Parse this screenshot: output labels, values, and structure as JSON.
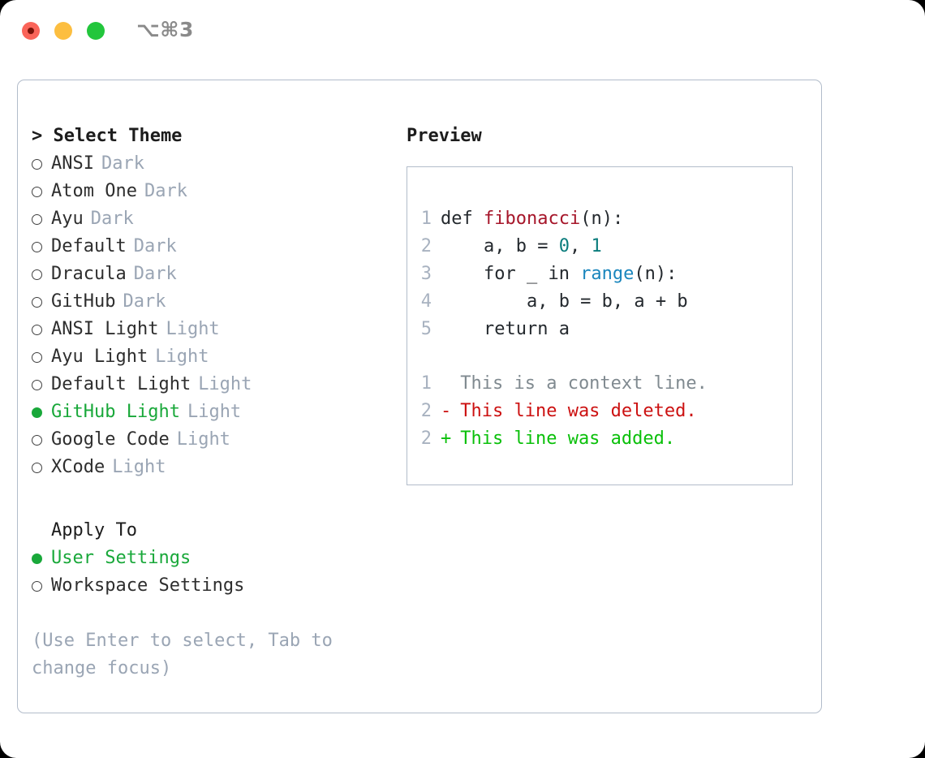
{
  "window": {
    "shortcut": "⌥⌘3",
    "traffic_lights": [
      {
        "name": "close",
        "color": "#fa6459"
      },
      {
        "name": "minimize",
        "color": "#fcbe40"
      },
      {
        "name": "maximize",
        "color": "#22c63c"
      }
    ]
  },
  "theme_picker": {
    "title": "> Select Theme",
    "selected_accent": "#19a83a",
    "tag_color": "#9aa5b4",
    "items": [
      {
        "label": "ANSI",
        "tag": "Dark",
        "selected": false
      },
      {
        "label": "Atom One",
        "tag": "Dark",
        "selected": false
      },
      {
        "label": "Ayu",
        "tag": "Dark",
        "selected": false
      },
      {
        "label": "Default",
        "tag": "Dark",
        "selected": false
      },
      {
        "label": "Dracula",
        "tag": "Dark",
        "selected": false
      },
      {
        "label": "GitHub",
        "tag": "Dark",
        "selected": false
      },
      {
        "label": "ANSI Light",
        "tag": "Light",
        "selected": false
      },
      {
        "label": "Ayu Light",
        "tag": "Light",
        "selected": false
      },
      {
        "label": "Default Light",
        "tag": "Light",
        "selected": false
      },
      {
        "label": "GitHub Light",
        "tag": "Light",
        "selected": true
      },
      {
        "label": "Google Code",
        "tag": "Light",
        "selected": false
      },
      {
        "label": "XCode",
        "tag": "Light",
        "selected": false
      }
    ]
  },
  "apply_to": {
    "title": "Apply To",
    "items": [
      {
        "label": "User Settings",
        "selected": true
      },
      {
        "label": "Workspace Settings",
        "selected": false
      }
    ]
  },
  "hint": "(Use Enter to select, Tab to change focus)",
  "preview": {
    "title": "Preview",
    "code_lines": [
      {
        "number": "1",
        "tokens": [
          {
            "text": "def ",
            "type": "plain"
          },
          {
            "text": "fibonacci",
            "type": "fn"
          },
          {
            "text": "(n):",
            "type": "plain"
          }
        ]
      },
      {
        "number": "2",
        "tokens": [
          {
            "text": "    a, b = ",
            "type": "plain"
          },
          {
            "text": "0",
            "type": "num"
          },
          {
            "text": ", ",
            "type": "plain"
          },
          {
            "text": "1",
            "type": "num"
          }
        ]
      },
      {
        "number": "3",
        "tokens": [
          {
            "text": "    for _ in ",
            "type": "plain"
          },
          {
            "text": "range",
            "type": "blue"
          },
          {
            "text": "(n):",
            "type": "plain"
          }
        ]
      },
      {
        "number": "4",
        "tokens": [
          {
            "text": "        a, b = b, a + b",
            "type": "plain"
          }
        ]
      },
      {
        "number": "5",
        "tokens": [
          {
            "text": "    return a",
            "type": "plain"
          }
        ]
      }
    ],
    "diff_lines": [
      {
        "number": "1",
        "marker": " ",
        "text": "This is a context line.",
        "kind": "ctx"
      },
      {
        "number": "2",
        "marker": "-",
        "text": "This line was deleted.",
        "kind": "del"
      },
      {
        "number": "2",
        "marker": "+",
        "text": "This line was added.",
        "kind": "add"
      }
    ]
  }
}
